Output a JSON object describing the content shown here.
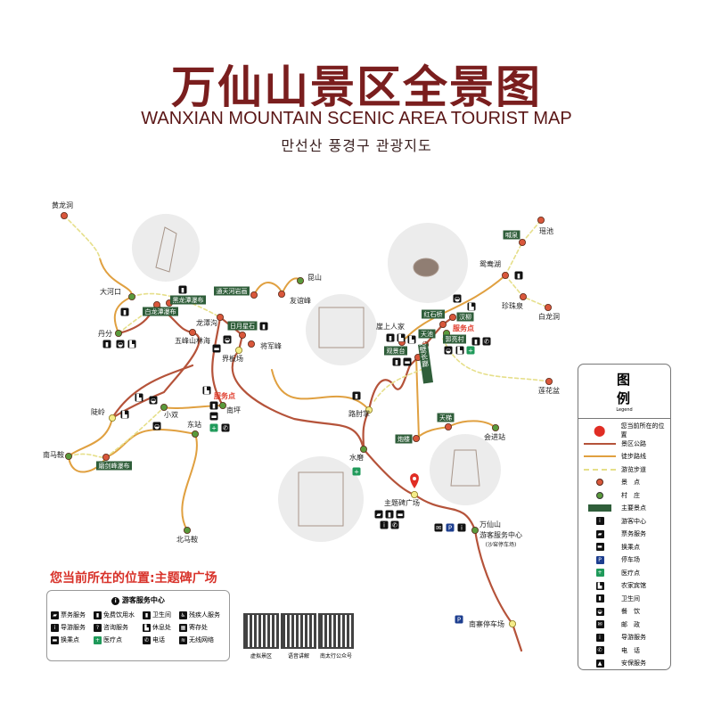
{
  "title": {
    "cn": "万仙山景区全景图",
    "en": "WANXIAN MOUNTAIN SCENIC AREA TOURIST MAP",
    "ko": "만선산 풍경구 관광지도"
  },
  "colors": {
    "highway": "#b5533a",
    "hiking": "#e0a040",
    "trail": "#e6df8a",
    "scenic_spot": "#d9573b",
    "village": "#5a9a3c",
    "main_spot": "#2f5e3a",
    "title": "#7a1e1e",
    "current": "#d8322a"
  },
  "places": {
    "huanglongdong": "黄龙洞",
    "dahekou": "大河口",
    "danfen": "丹分",
    "heilongtan": "黑龙潭瀑布",
    "bailongtan": "白龙潭瀑布",
    "wufeng": "五峰山林海",
    "longtangou": "龙潭沟",
    "tongtianhe": "通天河岩画",
    "riyuexing": "日月星石",
    "jiangjun": "将军峰",
    "jiebanchang": "界板场",
    "kunshan": "昆山",
    "youyi": "友谊峰",
    "yashang": "崖上人家",
    "guanjing": "观景台",
    "tianchi": "天池",
    "hongshi": "红石桥",
    "hanliu": "汉柳",
    "guoliang": "郭亮村",
    "yuanyang": "鸳鸯湖",
    "hanquan": "喊泉",
    "yaochi": "瑶池",
    "zhenzhu": "珍珠泉",
    "bailongdong": "白龙洞",
    "lianhua": "莲花盆",
    "juebi": "绝壁长廊",
    "luzhou": "路肘掌",
    "paolou": "炮楼",
    "tianti": "天梯",
    "huijin": "会进站",
    "shuimo": "水磨",
    "zhutibei": "主题碑广场",
    "visitor1": "万仙山",
    "visitor2": "游客服务中心",
    "visitor3": "(沙窑停车场)",
    "nanzhai": "南寨停车场",
    "douling": "陡岭",
    "nanmaan": "南马鞍",
    "mojian": "磨剑峰瀑布",
    "xiaoshuang": "小双",
    "nanping": "南坪",
    "dongzhan": "东站",
    "beimaan": "北马鞍",
    "svc1": "服务点",
    "svc2": "服务点"
  },
  "current_location": "您当前所在的位置:主题碑广场",
  "service_box": {
    "header": "游客服务中心",
    "items": [
      {
        "icon": "ticket-icon",
        "label": "票务服务"
      },
      {
        "icon": "water-icon",
        "label": "免费饮用水"
      },
      {
        "icon": "toilet-icon",
        "label": "卫生间"
      },
      {
        "icon": "wheelchair-icon",
        "label": "残疾人服务"
      },
      {
        "icon": "guide-icon",
        "label": "导游服务"
      },
      {
        "icon": "info-icon",
        "label": "咨询服务"
      },
      {
        "icon": "rest-icon",
        "label": "休息处"
      },
      {
        "icon": "locker-icon",
        "label": "寄存处"
      },
      {
        "icon": "transfer-icon",
        "label": "换乘点"
      },
      {
        "icon": "medical-icon",
        "label": "医疗点"
      },
      {
        "icon": "phone-icon",
        "label": "电话"
      },
      {
        "icon": "wifi-icon",
        "label": "无线网络"
      }
    ]
  },
  "qr_codes": [
    {
      "label": "虚拟景区"
    },
    {
      "label": "语音讲解"
    },
    {
      "label": "南太行公众号"
    }
  ],
  "legend": {
    "title": "图　例",
    "subtitle": "Legend",
    "items": [
      {
        "icon": "location-pin-icon",
        "label": "您当前所在的位置"
      },
      {
        "icon": "highway-line",
        "label": "景区公路"
      },
      {
        "icon": "hiking-line",
        "label": "徒步路线"
      },
      {
        "icon": "trail-dashed-line",
        "label": "游览步道"
      },
      {
        "icon": "scenic-dot-icon",
        "label": "景　点"
      },
      {
        "icon": "village-dot-icon",
        "label": "村　庄"
      },
      {
        "icon": "main-spot-rect",
        "label": "主要景点"
      },
      {
        "icon": "info-icon",
        "label": "游客中心"
      },
      {
        "icon": "ticket-icon",
        "label": "票务服务"
      },
      {
        "icon": "transfer-icon",
        "label": "换乘点"
      },
      {
        "icon": "parking-icon",
        "label": "停车场"
      },
      {
        "icon": "medical-icon",
        "label": "医疗点"
      },
      {
        "icon": "hotel-icon",
        "label": "农家宾馆"
      },
      {
        "icon": "toilet-icon",
        "label": "卫生间"
      },
      {
        "icon": "food-icon",
        "label": "餐　饮"
      },
      {
        "icon": "post-icon",
        "label": "邮　政"
      },
      {
        "icon": "guide-icon",
        "label": "导游服务"
      },
      {
        "icon": "phone-icon",
        "label": "电　话"
      },
      {
        "icon": "security-icon",
        "label": "安保服务"
      }
    ]
  }
}
